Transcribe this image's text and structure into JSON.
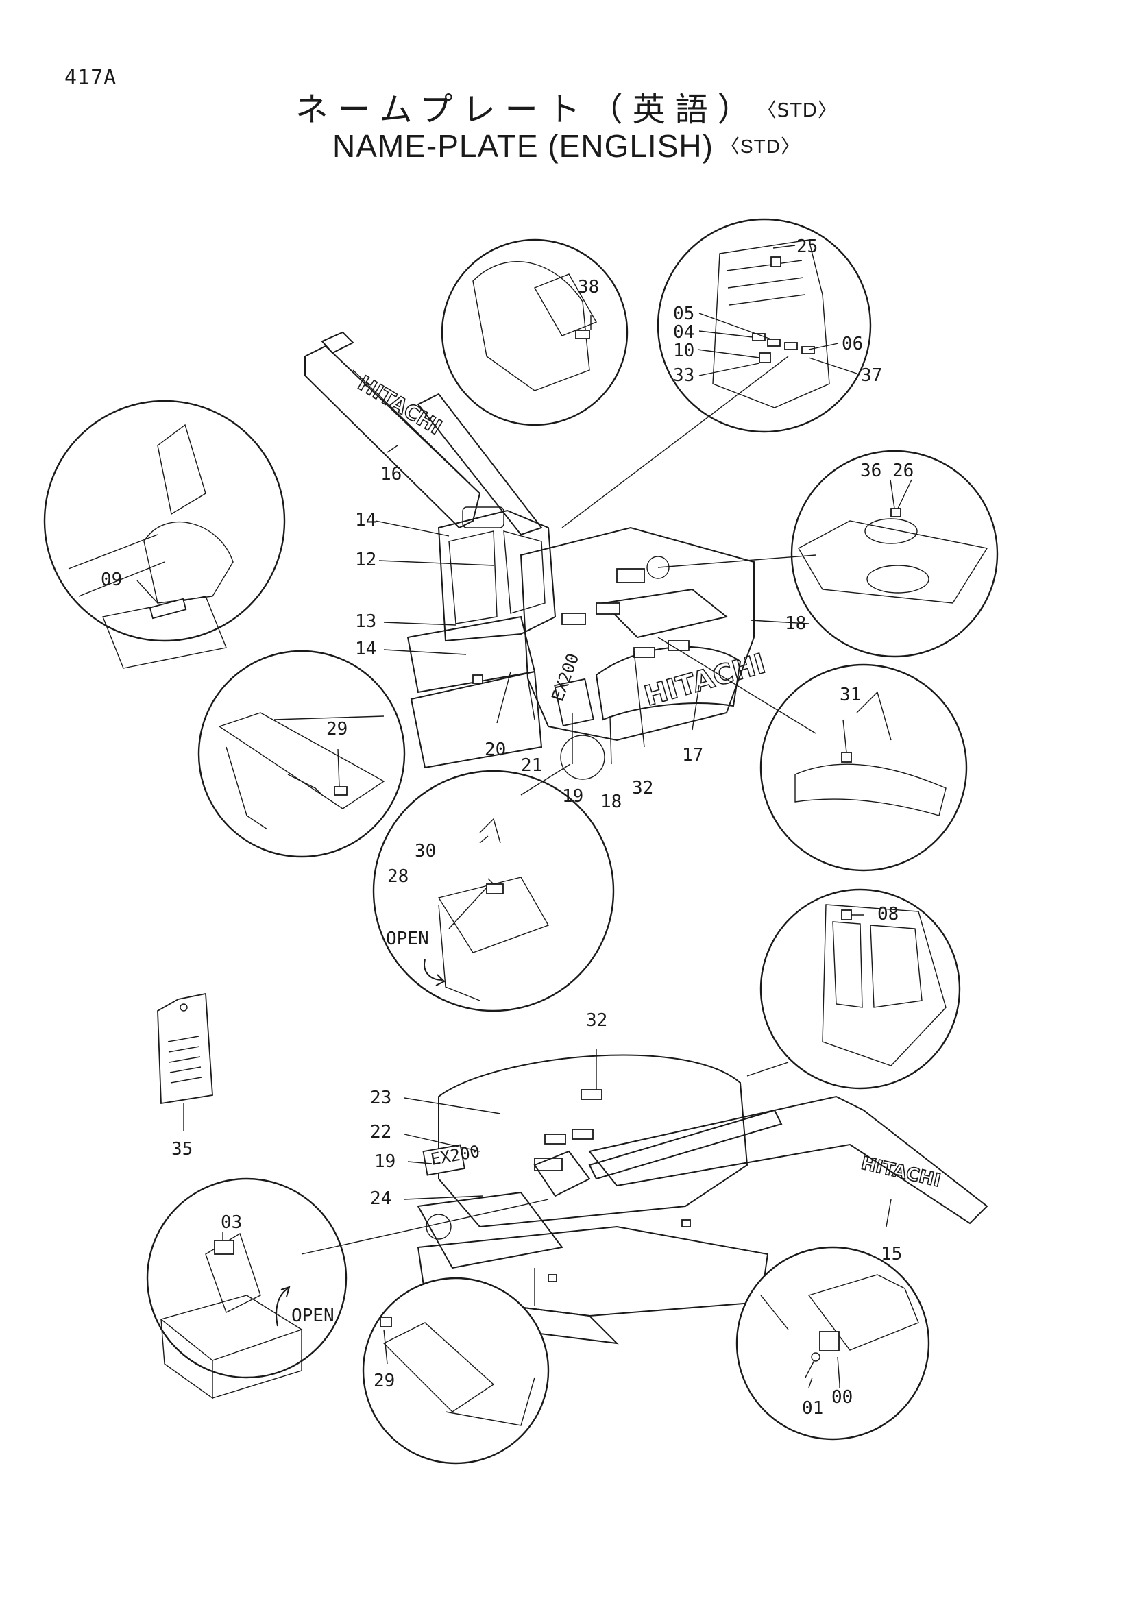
{
  "header": {
    "code": "417A",
    "title_jp": "ネームプレート（英語）",
    "title_en": "NAME-PLATE (ENGLISH)",
    "std": "〈STD〉"
  },
  "diagram": {
    "brand_text": "HITACHI",
    "model_text": "EX200",
    "open_label": "OPEN",
    "callouts": [
      "00",
      "01",
      "03",
      "04",
      "05",
      "06",
      "08",
      "09",
      "10",
      "12",
      "13",
      "14",
      "15",
      "16",
      "17",
      "18",
      "19",
      "20",
      "21",
      "22",
      "23",
      "24",
      "25",
      "26",
      "28",
      "29",
      "30",
      "31",
      "32",
      "33",
      "35",
      "36",
      "37",
      "38"
    ]
  }
}
